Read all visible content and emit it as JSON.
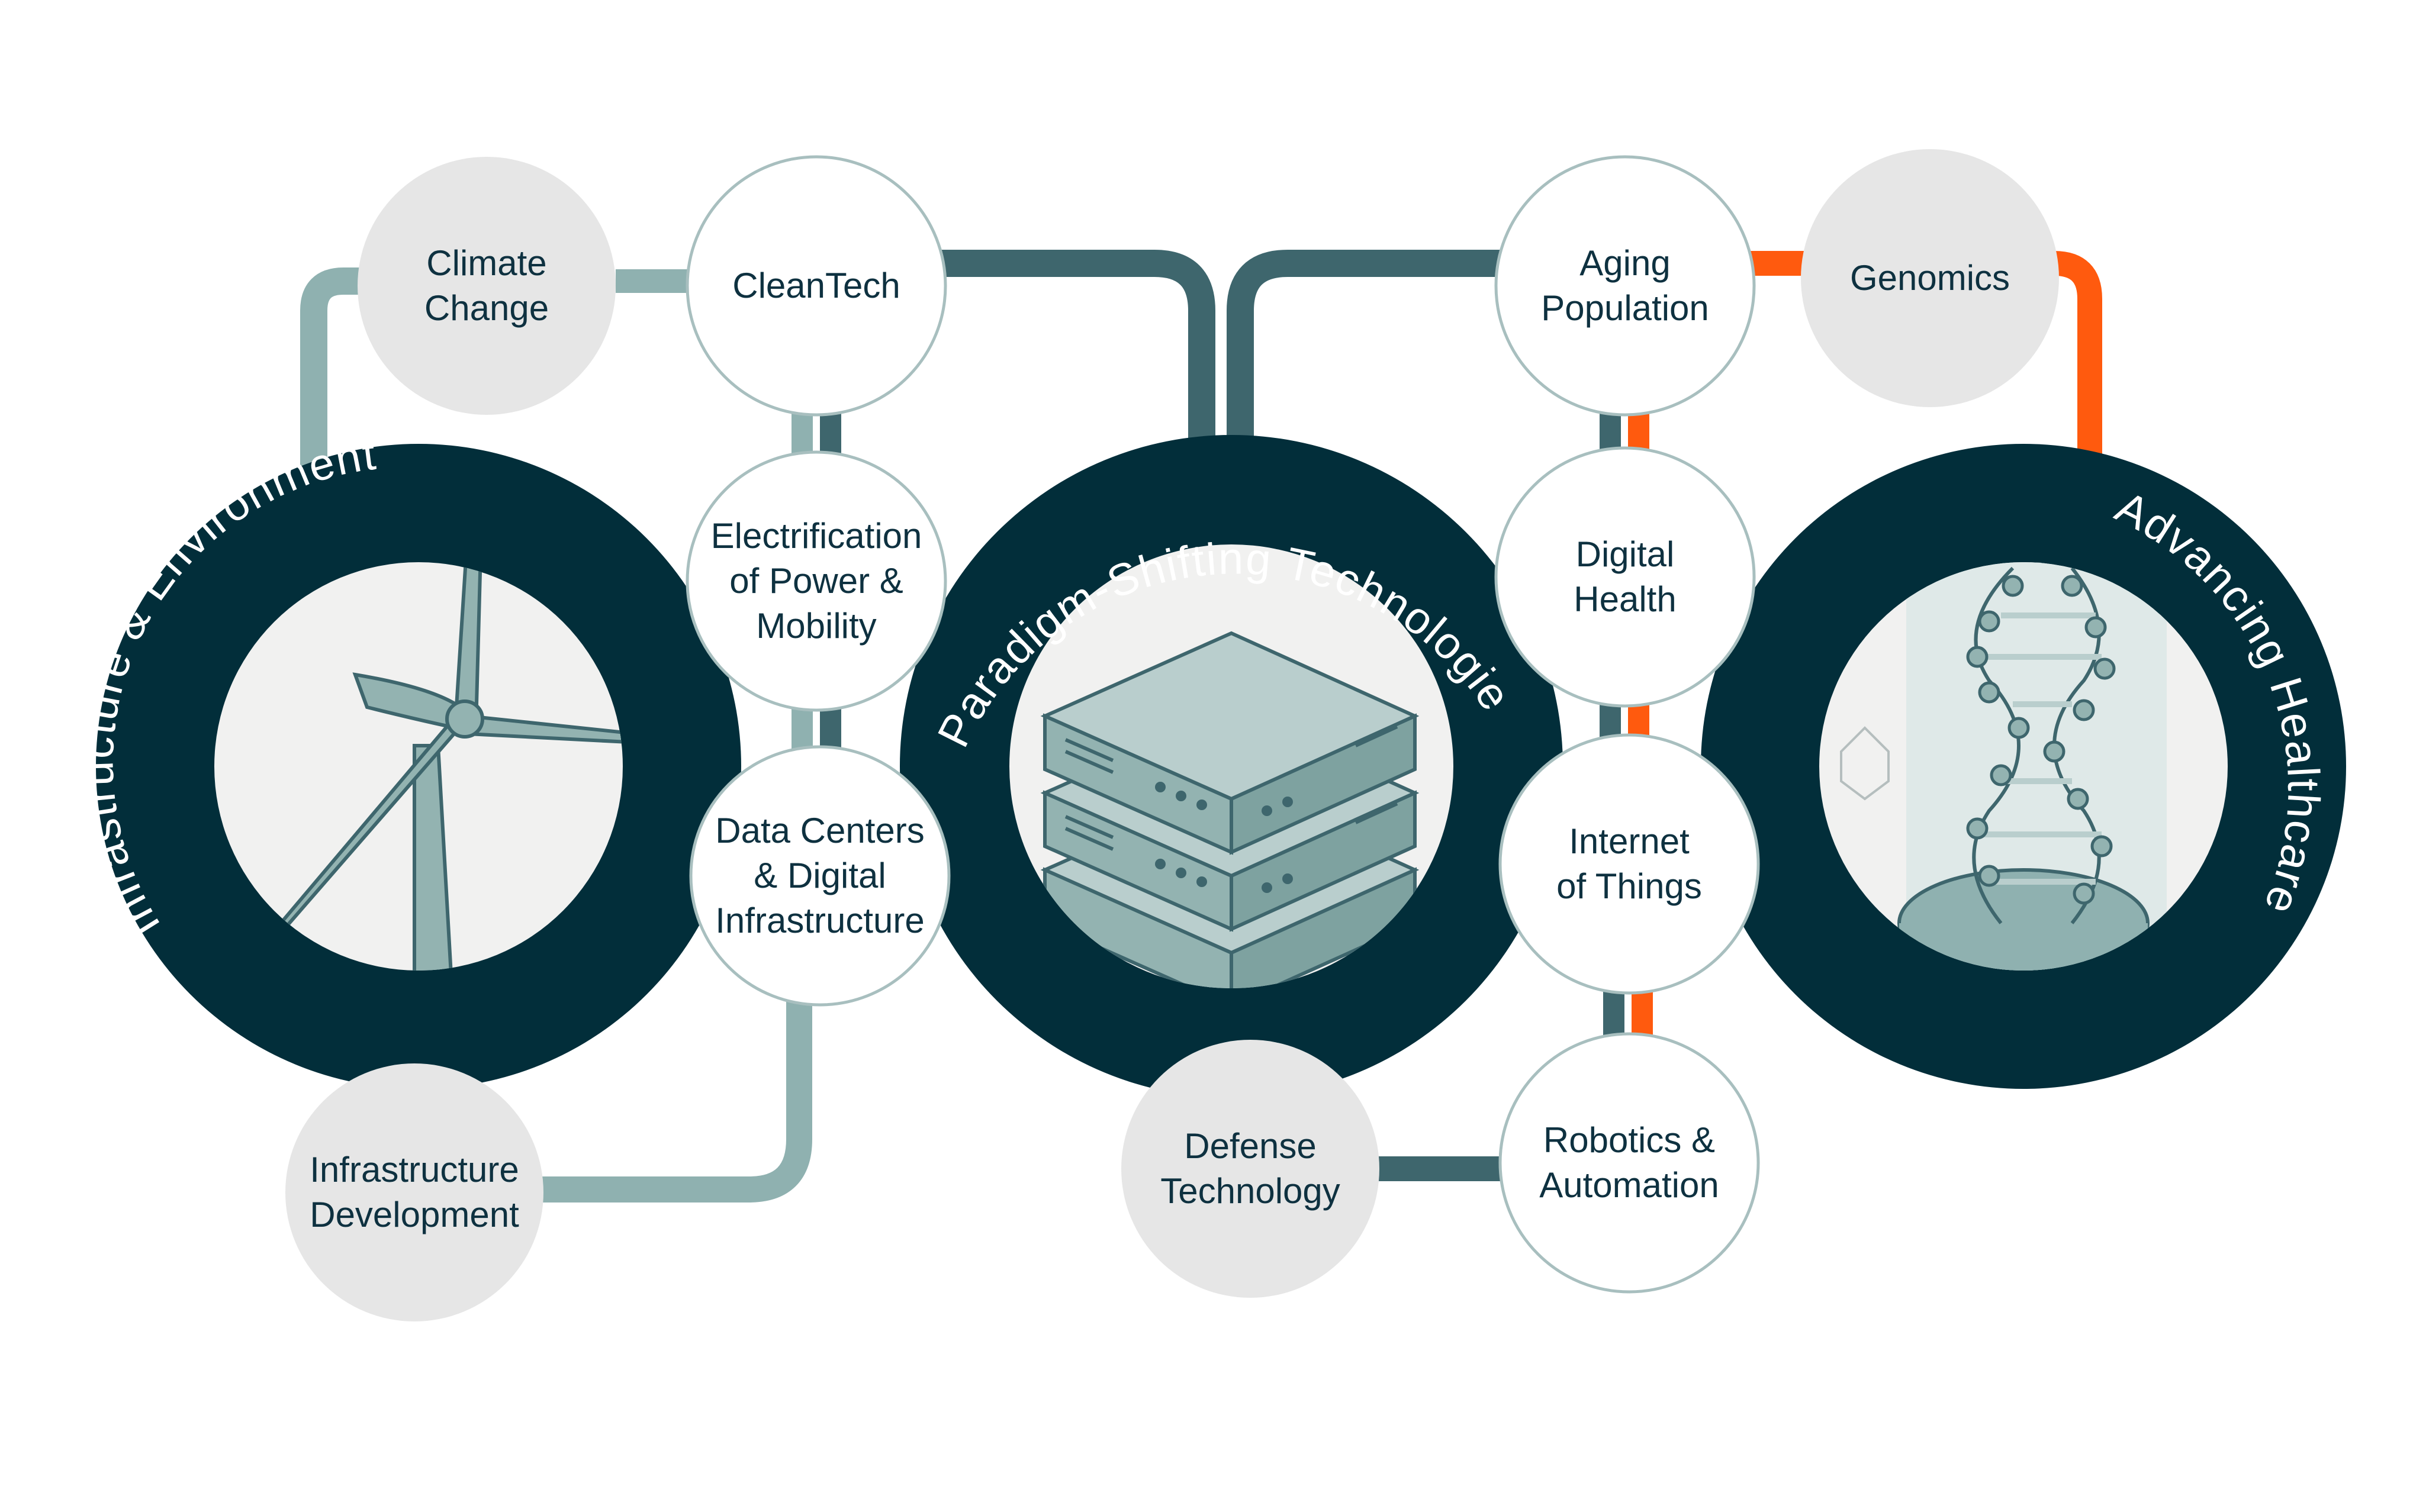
{
  "colors": {
    "dark_teal": "#022e3a",
    "slate_teal": "#3e666d",
    "light_teal": "#8fb1b0",
    "orange": "#ff5a0e",
    "grey_node": "#e6e6e6",
    "white_node": "#ffffff",
    "node_stroke": "#a8bfbf",
    "text": "#0e3140",
    "illustration": "#93b3b1"
  },
  "hubs": {
    "infrastructure": {
      "label": "Infrastructure & Environment",
      "icon": "wind-turbine-icon"
    },
    "paradigm": {
      "label": "Paradigm-Shifting Technologies",
      "icon": "server-stack-icon"
    },
    "healthcare": {
      "label": "Advancing Healthcare",
      "icon": "dna-helix-icon"
    }
  },
  "nodes": {
    "climate_change": {
      "lines": [
        "Climate",
        "Change"
      ]
    },
    "cleantech": {
      "lines": [
        "CleanTech"
      ]
    },
    "electrification": {
      "lines": [
        "Electrification",
        "of Power &",
        "Mobility"
      ]
    },
    "data_centers": {
      "lines": [
        "Data Centers",
        "& Digital",
        "Infrastructure"
      ]
    },
    "infrastructure_dev": {
      "lines": [
        "Infrastructure",
        "Development"
      ]
    },
    "aging_population": {
      "lines": [
        "Aging",
        "Population"
      ]
    },
    "genomics": {
      "lines": [
        "Genomics"
      ]
    },
    "digital_health": {
      "lines": [
        "Digital",
        "Health"
      ]
    },
    "iot": {
      "lines": [
        "Internet",
        "of Things"
      ]
    },
    "robotics": {
      "lines": [
        "Robotics &",
        "Automation"
      ]
    },
    "defense": {
      "lines": [
        "Defense",
        "Technology"
      ]
    }
  }
}
